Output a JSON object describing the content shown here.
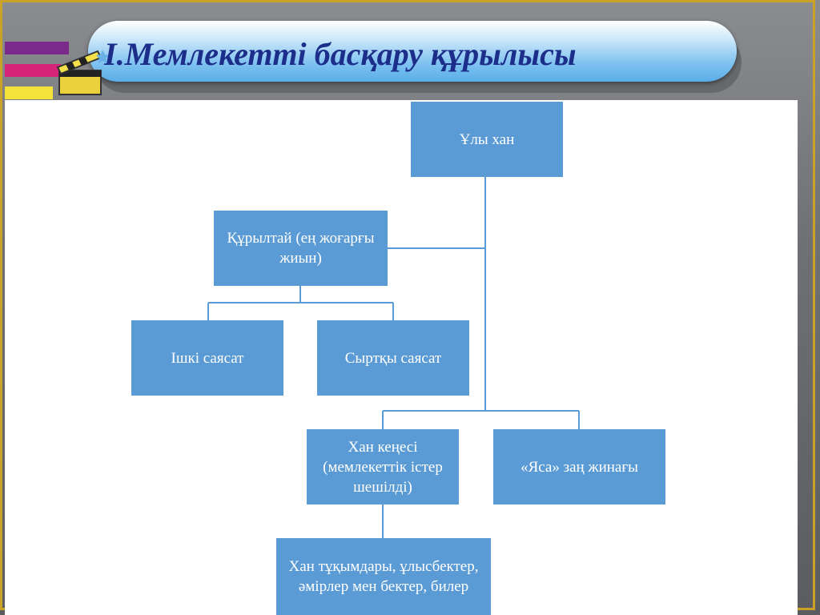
{
  "slide": {
    "title": "І.Мемлекетті басқару құрылысы"
  },
  "diagram": {
    "nodes": [
      {
        "id": "uly-khan",
        "label": "Ұлы хан"
      },
      {
        "id": "kurultai",
        "label": "Құрылтай (ең жоғарғы жиын)"
      },
      {
        "id": "ishki",
        "label": "Ішкі саясат"
      },
      {
        "id": "syrtky",
        "label": "Сыртқы саясат"
      },
      {
        "id": "khan-kenesi",
        "label": "Хан кеңесі (мемлекеттік істер шешілді)"
      },
      {
        "id": "yasa",
        "label": "«Яса» заң жинағы"
      },
      {
        "id": "tukymdary",
        "label": "Хан тұқымдары, ұлысбектер, әмірлер мен бектер, билер"
      }
    ],
    "edges": [
      {
        "from": "uly-khan",
        "to": "kurultai"
      },
      {
        "from": "uly-khan",
        "to": "khan-kenesi"
      },
      {
        "from": "uly-khan",
        "to": "yasa"
      },
      {
        "from": "kurultai",
        "to": "ishki"
      },
      {
        "from": "kurultai",
        "to": "syrtky"
      },
      {
        "from": "khan-kenesi",
        "to": "tukymdary"
      }
    ],
    "node_color": "#5b9bd5",
    "line_color": "#5b9bd5"
  }
}
